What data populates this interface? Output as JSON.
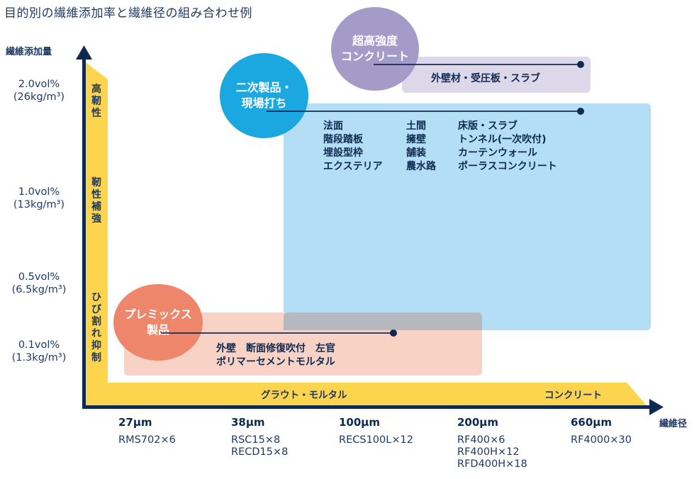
{
  "title": "目的別の繊維添加率と繊維径の組み合わせ例",
  "y_axis": {
    "title": "繊維添加量",
    "ticks": [
      {
        "line1": "2.0vol%",
        "line2": "(26kg/m³)"
      },
      {
        "line1": "1.0vol%",
        "line2": "(13kg/m³)"
      },
      {
        "line1": "0.5vol%",
        "line2": "(6.5kg/m³)"
      },
      {
        "line1": "0.1vol%",
        "line2": "(1.3kg/m³)"
      }
    ],
    "band_labels": [
      "高靭性",
      "靭性補強",
      "ひび割れ抑制"
    ]
  },
  "x_axis": {
    "title": "繊維径",
    "band_labels": [
      "グラウト・モルタル",
      "コンクリート"
    ],
    "ticks": [
      {
        "diameter": "27μm",
        "products": "RMS702×6"
      },
      {
        "diameter": "38μm",
        "products": "RSC15×8\nRECD15×8"
      },
      {
        "diameter": "100μm",
        "products": "RECS100L×12"
      },
      {
        "diameter": "200μm",
        "products": "RF400×6\nRF400H×12\nRFD400H×18"
      },
      {
        "diameter": "660μm",
        "products": "RF4000×30"
      }
    ]
  },
  "groups": [
    {
      "name": "超高強度\nコンクリート",
      "color": "#a59bc9",
      "box_color": "#dcd8ea",
      "uses": [
        "外壁材・受圧板・スラブ"
      ]
    },
    {
      "name": "二次製品・\n現場打ち",
      "color": "#1ba8e0",
      "box_color": "#b3def5",
      "uses_columns": [
        [
          "法面",
          "階段踏板",
          "埋設型枠",
          "エクステリア"
        ],
        [
          "土間",
          "擁壁",
          "舗装",
          "農水路"
        ],
        [
          "床版・スラブ",
          "トンネル(一次吹付)",
          "カーテンウォール",
          "ポーラスコンクリート"
        ]
      ]
    },
    {
      "name": "プレミックス\n製品",
      "color": "#ee866b",
      "box_color": "#f8d3c5",
      "uses": [
        "外壁　断面修復吹付　左官",
        "ポリマーセメントモルタル"
      ]
    }
  ],
  "colors": {
    "axis": "#0f2a50",
    "band": "#fdd44e",
    "overlap": "#b6b8bf"
  }
}
